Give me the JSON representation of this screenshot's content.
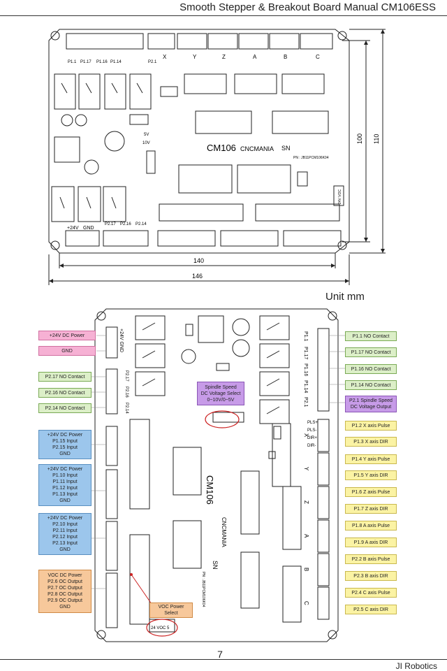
{
  "header": {
    "title": "Smooth Stepper & Breakout Board Manual CM106ESS"
  },
  "top_drawing": {
    "dims": {
      "w1": "140",
      "w2": "146",
      "h1": "100",
      "h2": "110"
    },
    "unit": "Unit mm",
    "board_name": "CM106",
    "brand": "CNCMANIA",
    "sn": "SN",
    "pn": "PN : JB11PCM106K04",
    "top_labels": [
      "P1.1",
      "P1.17",
      "P1.16",
      "P1.14",
      "P2.1"
    ],
    "bottom_labels": [
      "+24V",
      "GND",
      "P2.17",
      "P2.16",
      "P2.14"
    ],
    "axis_labels": [
      "X",
      "Y",
      "Z",
      "A",
      "B",
      "C"
    ],
    "voltage_labels": [
      "5V",
      "10V"
    ],
    "jumper": "24V VOC"
  },
  "bottom_drawing": {
    "board_name": "CM106",
    "brand": "CNCMANIA",
    "sn": "SN",
    "pn": "PN : JB11PCM106K04",
    "left_tags": [
      {
        "color": "pink",
        "lines": [
          "+24V DC Power"
        ]
      },
      {
        "color": "pink",
        "lines": [
          "GND"
        ]
      },
      {
        "color": "green",
        "lines": [
          "P2.17 NO Contact"
        ]
      },
      {
        "color": "green",
        "lines": [
          "P2.16 NO Contact"
        ]
      },
      {
        "color": "green",
        "lines": [
          "P2.14 NO Contact"
        ]
      },
      {
        "color": "blue",
        "lines": [
          "+24V DC Power",
          "P1.15 Input",
          "P2.15 Input",
          "GND"
        ]
      },
      {
        "color": "blue",
        "lines": [
          "+24V DC Power",
          "P1.10 Input",
          "P1.11 Input",
          "P1.12 Input",
          "P1.13 Input",
          "GND"
        ]
      },
      {
        "color": "blue",
        "lines": [
          "+24V DC Power",
          "P2.10 Input",
          "P2.11 Input",
          "P2.12 Input",
          "P2.13 Input",
          "GND"
        ]
      },
      {
        "color": "orange",
        "lines": [
          "VOC DC Power",
          "P2.6 OC Output",
          "P2.7 OC Output",
          "P2.8 OC Output",
          "P2.9 OC Output",
          "GND"
        ]
      }
    ],
    "right_tags": [
      {
        "color": "green",
        "lines": [
          "P1.1 NO Contact"
        ]
      },
      {
        "color": "green",
        "lines": [
          "P1.17 NO Contact"
        ]
      },
      {
        "color": "green",
        "lines": [
          "P1.16 NO Contact"
        ]
      },
      {
        "color": "green",
        "lines": [
          "P1.14 NO Contact"
        ]
      },
      {
        "color": "purple",
        "lines": [
          "P2.1 Spindle Speed",
          "DC Voltage Output"
        ]
      },
      {
        "color": "yellow",
        "lines": [
          "P1.2 X axis Pulse"
        ]
      },
      {
        "color": "yellow",
        "lines": [
          "P1.3 X axis DIR"
        ]
      },
      {
        "color": "yellow",
        "lines": [
          "P1.4 Y axis Pulse"
        ]
      },
      {
        "color": "yellow",
        "lines": [
          "P1.5 Y axis DIR"
        ]
      },
      {
        "color": "yellow",
        "lines": [
          "P1.6 Z axis Pulse"
        ]
      },
      {
        "color": "yellow",
        "lines": [
          "P1.7 Z axis DIR"
        ]
      },
      {
        "color": "yellow",
        "lines": [
          "P1.8 A axis Pulse"
        ]
      },
      {
        "color": "yellow",
        "lines": [
          "P1.9 A axis DIR"
        ]
      },
      {
        "color": "yellow",
        "lines": [
          "P2.2 B axis Pulse"
        ]
      },
      {
        "color": "yellow",
        "lines": [
          "P2.3 B axis DIR"
        ]
      },
      {
        "color": "yellow",
        "lines": [
          "P2.4 C axis Pulse"
        ]
      },
      {
        "color": "yellow",
        "lines": [
          "P2.5 C axis DIR"
        ]
      }
    ],
    "spindle_callout": [
      "Spindle Speed",
      "DC Voltage Select",
      "0~10V/0~5V"
    ],
    "voc_callout": [
      "VOC Power",
      "Select"
    ],
    "voc_jumper": "24 VOC 5",
    "right_pin_labels": [
      "P1.1",
      "P1.17",
      "P1.16",
      "P1.14",
      "P2.1"
    ],
    "axis_labels": [
      "X",
      "Y",
      "Z",
      "A",
      "B",
      "C"
    ],
    "pin_names": [
      "PLS+",
      "PLS-",
      "DIR+",
      "DIR-"
    ],
    "left_relay_labels": [
      "P2.17",
      "P2.16",
      "P2.14"
    ],
    "power_label": "+24V GND"
  },
  "footer": {
    "page": "7",
    "brand": "JI Robotics"
  }
}
